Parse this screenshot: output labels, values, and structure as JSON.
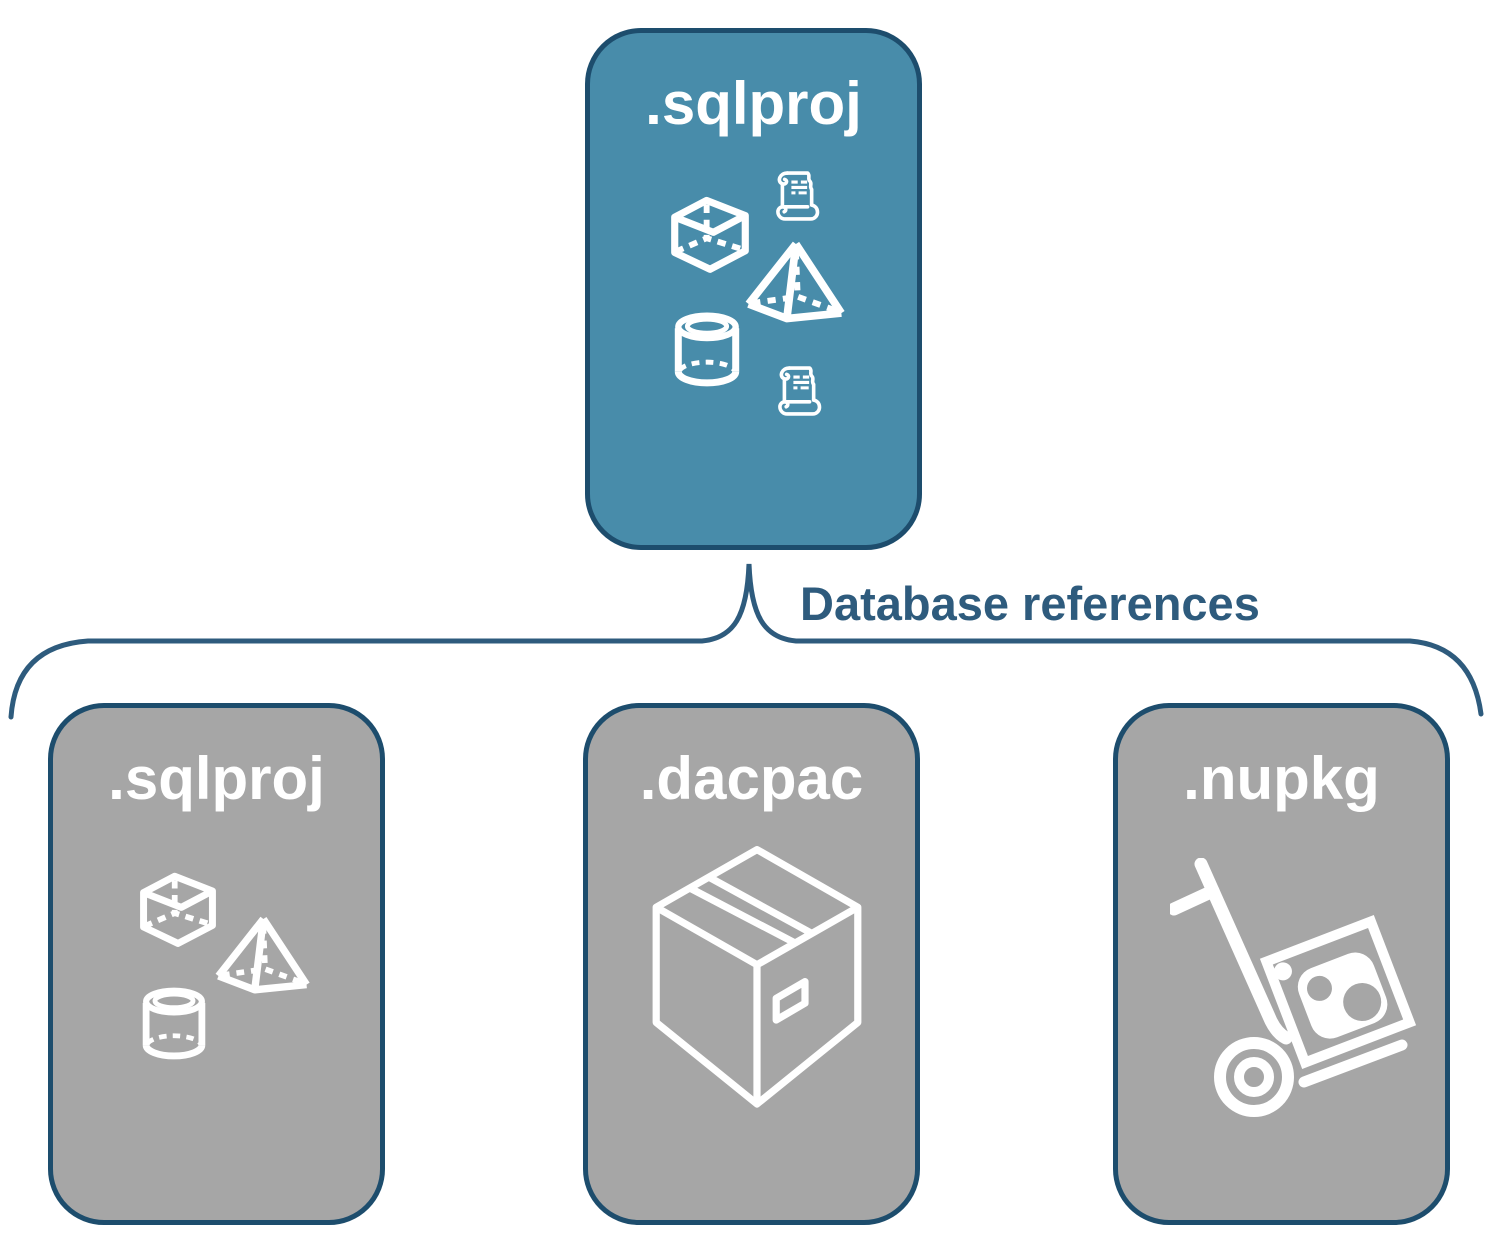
{
  "colors": {
    "root_fill": "#488CAA",
    "child_fill": "#A6A6A6",
    "border": "#1D4D6D",
    "connector": "#2E5B7D",
    "icon": "#FFFFFF"
  },
  "root": {
    "label": ".sqlproj",
    "icons": [
      "cube",
      "scroll",
      "pyramid",
      "cylinder",
      "scroll"
    ]
  },
  "connector_label": "Database references",
  "children": [
    {
      "label": ".sqlproj",
      "icons": [
        "cube",
        "pyramid",
        "cylinder"
      ]
    },
    {
      "label": ".dacpac",
      "icons": [
        "package-box"
      ]
    },
    {
      "label": ".nupkg",
      "icons": [
        "nuget-hand-truck"
      ]
    }
  ]
}
